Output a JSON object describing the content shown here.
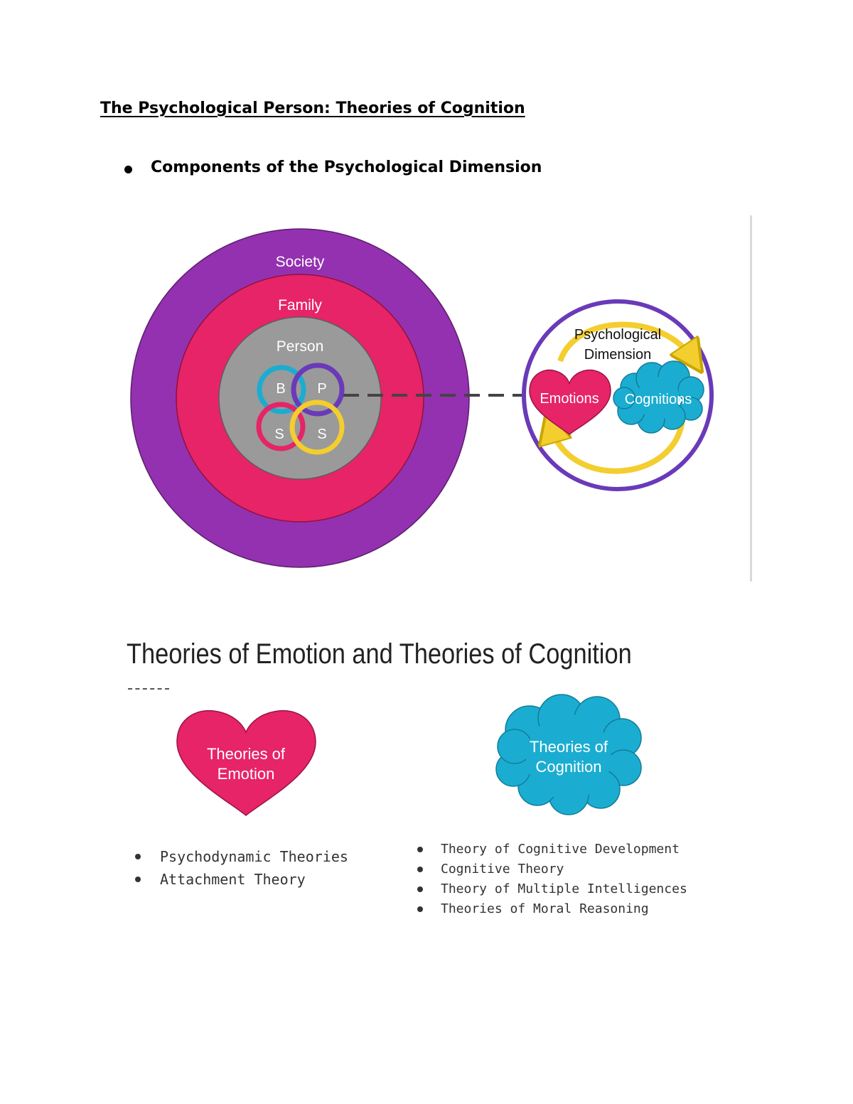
{
  "document": {
    "title": "The Psychological Person: Theories of Cognition",
    "bullet": "Components of the Psychological Dimension"
  },
  "diagram": {
    "rings": {
      "society": "Society",
      "family": "Family",
      "person": "Person"
    },
    "bpss": {
      "b": "B",
      "p": "P",
      "s1": "S",
      "s2": "S"
    },
    "psych": {
      "line1": "Psychological",
      "line2": "Dimension",
      "emotions": "Emotions",
      "cognitions": "Cognitions"
    },
    "colors": {
      "society": "#9431b0",
      "family": "#e62467",
      "person": "#9a9a9a",
      "blue": "#1aadd1",
      "yellow": "#f4cd2f",
      "purple": "#6a3ab8"
    }
  },
  "slide": {
    "title": "Theories of Emotion and Theories of Cognition",
    "heart_line1": "Theories of",
    "heart_line2": "Emotion",
    "cloud_line1": "Theories of",
    "cloud_line2": "Cognition",
    "emotion_theories": [
      "Psychodynamic Theories",
      "Attachment Theory"
    ],
    "cognition_theories": [
      "Theory of Cognitive Development",
      "Cognitive Theory",
      "Theory of Multiple Intelligences",
      "Theories of Moral Reasoning"
    ]
  }
}
